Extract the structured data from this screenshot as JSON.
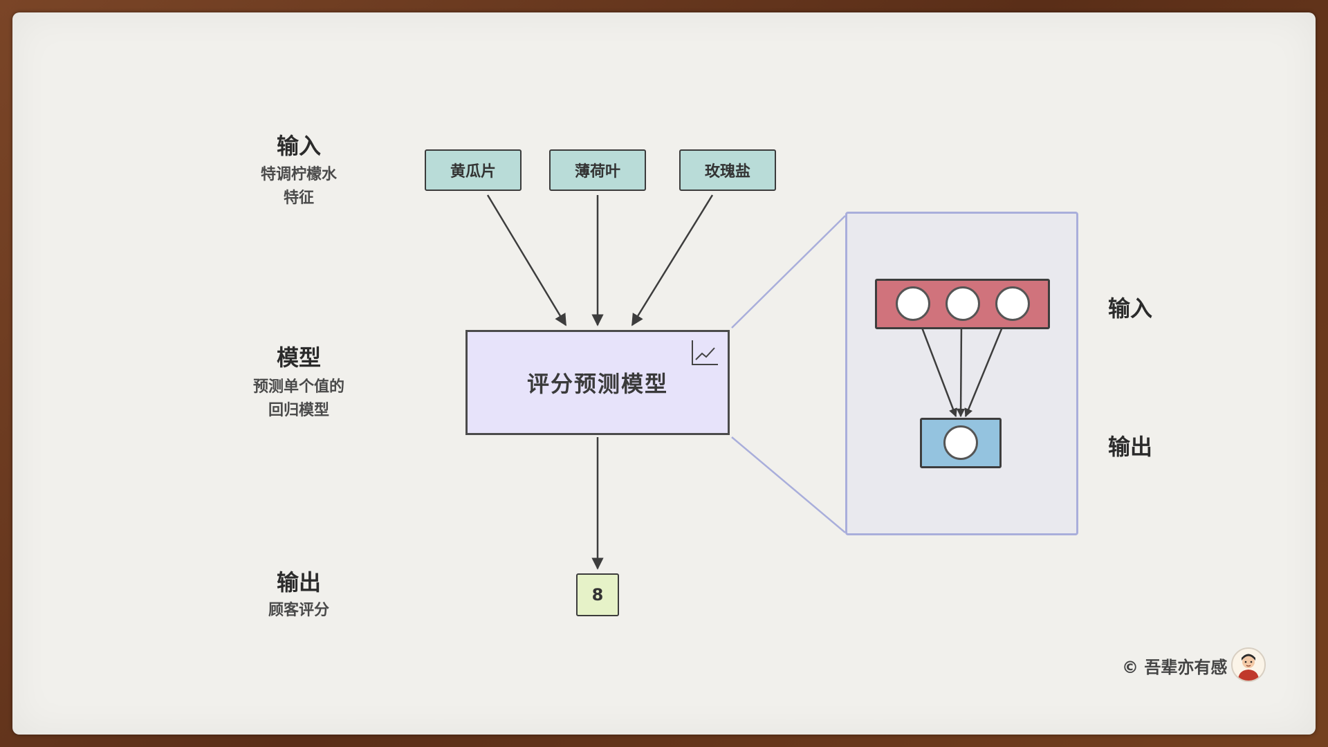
{
  "left_labels": {
    "input": {
      "title": "输入",
      "sub_line1": "特调柠檬水",
      "sub_line2": "特征"
    },
    "model": {
      "title": "模型",
      "sub_line1": "预测单个值的",
      "sub_line2": "回归模型"
    },
    "output": {
      "title": "输出",
      "sub_line1": "顾客评分"
    }
  },
  "features": [
    "黄瓜片",
    "薄荷叶",
    "玫瑰盐"
  ],
  "model": {
    "label": "评分预测模型",
    "icon": "line-chart-icon"
  },
  "output": {
    "value": "8"
  },
  "zoom_panel": {
    "input_label": "输入",
    "output_label": "输出",
    "input_neurons": 3,
    "output_neurons": 1
  },
  "credit": {
    "text": "© 吾辈亦有感"
  },
  "colors": {
    "feature_fill": "#b9dcd8",
    "model_fill": "#e7e3fa",
    "output_fill": "#e6f2c8",
    "nn_input_fill": "#d0737c",
    "nn_output_fill": "#94c3df",
    "zoom_border": "#a9aedb",
    "frame": "#6b3a22"
  }
}
